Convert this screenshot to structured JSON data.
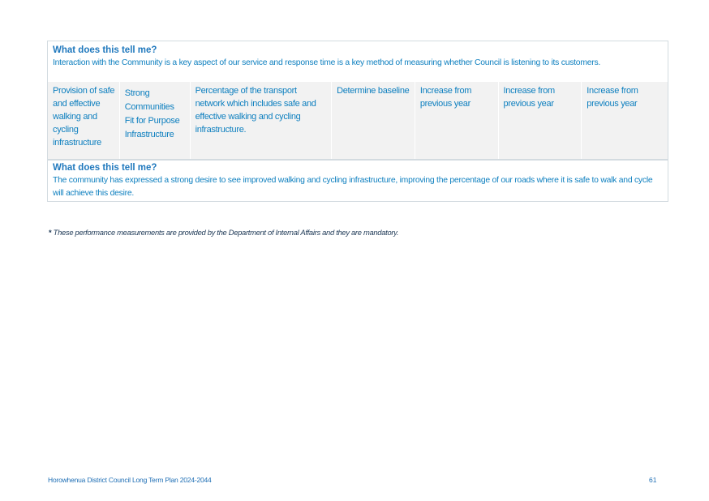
{
  "section_top": {
    "heading": "What does this tell me?",
    "text": "Interaction with the Community is a key aspect of our service and response time is a key method of measuring whether Council is listening to its customers."
  },
  "row": {
    "activity": "Provision of safe and effective walking and cycling infrastructure",
    "outcome": "Strong Communities Fit for Purpose Infrastructure",
    "measure": "Percentage of the transport network which includes safe and effective walking and cycling infrastructure.",
    "baseline": "Determine baseline",
    "target_1": "Increase from previous year",
    "target_2": "Increase from previous year",
    "target_3": "Increase from previous year"
  },
  "section_bottom": {
    "heading": "What does this tell me?",
    "text": "The community has expressed a strong desire to see improved walking and cycling infrastructure, improving the percentage of our roads where it is safe to walk and cycle will achieve this desire."
  },
  "footnote": {
    "marker": "*",
    "text": "These performance measurements are provided by the Department of Internal Affairs and they are mandatory."
  },
  "footer": {
    "title": "Horowhenua District Council Long Term Plan 2024-2044",
    "page_number": "61"
  },
  "colors": {
    "text_blue": "#0d7fbf",
    "cell_background": "#f2f2f2",
    "footnote_text": "#1f3a57"
  }
}
